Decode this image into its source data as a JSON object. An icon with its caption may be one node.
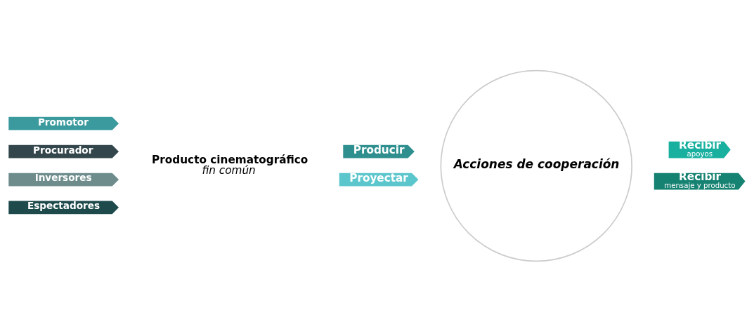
{
  "diagram": {
    "nodes": [
      {
        "text": [
          "Promotor"
        ]
      },
      {
        "text": [
          "Procurador"
        ]
      },
      {
        "text": [
          "Inversores"
        ]
      },
      {
        "text": [
          "Espectadores"
        ]
      },
      {
        "text": [
          "Producto cinematográfico",
          "fin común"
        ]
      },
      {
        "text": [
          "Recibir",
          "apoyos"
        ]
      },
      {
        "text": [
          "Producir"
        ]
      },
      {
        "text": [
          "Proyectar"
        ]
      },
      {
        "text": [
          "Recibir",
          "mensaje y producto"
        ]
      },
      {
        "text": [
          "Acciones de cooperación"
        ]
      }
    ],
    "edges": []
  }
}
